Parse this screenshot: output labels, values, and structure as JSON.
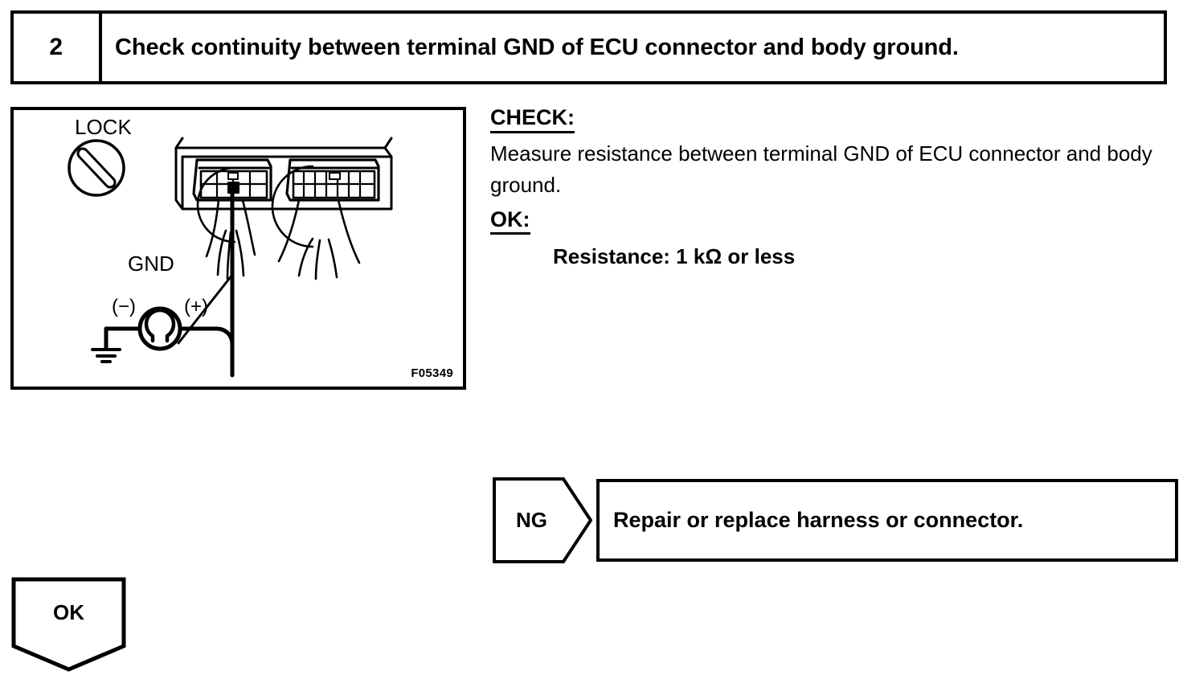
{
  "step": {
    "number": "2",
    "title": "Check continuity between terminal GND of ECU connector and body ground."
  },
  "illustration": {
    "lock_label": "LOCK",
    "gnd_label": "GND",
    "meter_negative_label": "(−)",
    "meter_positive_label": "(+)",
    "meter_symbol": "Ω",
    "figure_id": "F05349",
    "icons": {
      "lock": "lock-slot-icon",
      "ohmmeter": "ohmmeter-icon",
      "ground": "chassis-ground-icon"
    }
  },
  "check": {
    "check_label": "CHECK:",
    "check_text": "Measure resistance between terminal GND of ECU connector and body ground.",
    "ok_label": "OK:",
    "ok_spec": "Resistance: 1 kΩ or less"
  },
  "branches": {
    "ng_label": "NG",
    "ng_result": "Repair or replace harness or connector.",
    "ok_label": "OK"
  },
  "colors": {
    "ink": "#000000",
    "paper": "#ffffff"
  }
}
